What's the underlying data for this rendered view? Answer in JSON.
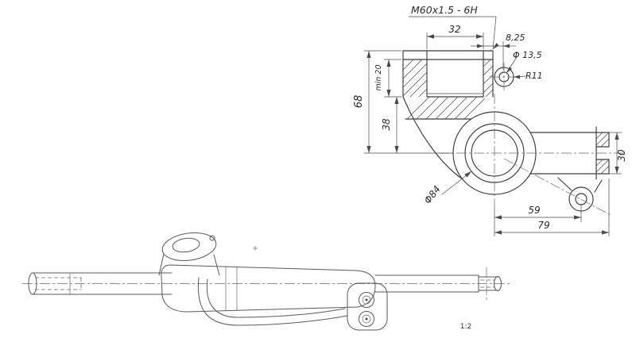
{
  "drawing": {
    "scale_label": "1:2",
    "callouts": {
      "thread": "M60x1.5 - 6H",
      "hole_offset": "8,25",
      "hole_dia": "Φ 13,5",
      "fillet_radius": "R11"
    },
    "dims": {
      "port_width": "32",
      "thread_depth": "min 20",
      "height_total": "68",
      "height_lower": "38",
      "bore_dia": "Φ84",
      "pin_offset": "59",
      "overall_length": "79",
      "bolt_span": "30"
    }
  }
}
